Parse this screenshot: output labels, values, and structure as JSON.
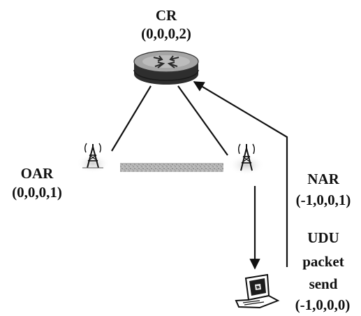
{
  "nodes": {
    "cr": {
      "name": "CR",
      "coord": "(0,0,0,2)"
    },
    "oar": {
      "name": "OAR",
      "coord": "(0,0,0,1)"
    },
    "nar": {
      "name": "NAR",
      "coord": "(-1,0,0,1)"
    },
    "mobile": {
      "label_lines": [
        "UDU",
        "packet",
        "send"
      ],
      "coord": "(-1,0,0,0)"
    }
  },
  "icons": {
    "router": "router-icon",
    "tower": "antenna-tower-icon",
    "laptop": "laptop-icon"
  },
  "colors": {
    "ink": "#111111",
    "router_top": "#9a9a9a",
    "router_band": "#303030",
    "tunnel": "#b4b4b4"
  }
}
